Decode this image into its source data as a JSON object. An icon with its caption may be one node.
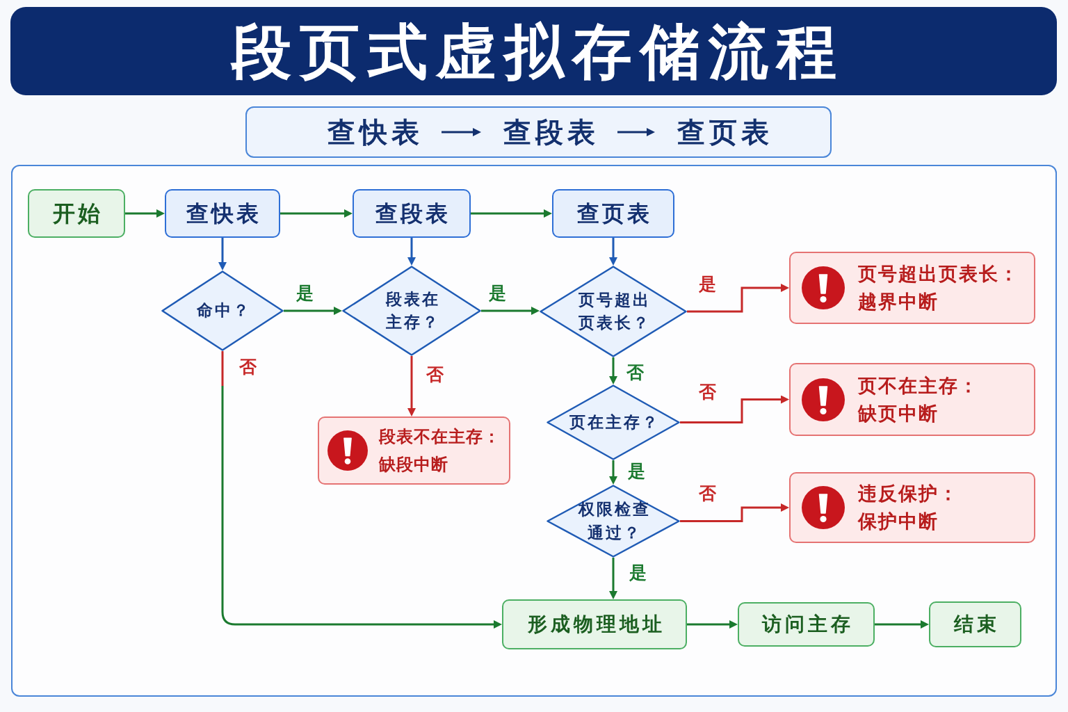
{
  "diagram": {
    "title": "段页式虚拟存储流程",
    "nodes": [
      {
        "text": [],
        "shape": "box"
      },
      {
        "text": [
          "查快表"
        ],
        "in": 0
      },
      {
        "text": [
          "查段表"
        ],
        "in": 0
      },
      {
        "text": [
          "查页表"
        ],
        "in": 0
      },
      {
        "text": [
          "开始"
        ]
      },
      {
        "text": [
          "查快表"
        ]
      },
      {
        "text": [
          "查段表"
        ]
      },
      {
        "text": [
          "查页表"
        ]
      },
      {
        "text": [
          "命中？"
        ]
      },
      {
        "text": [
          "段表在主存？"
        ]
      },
      {
        "text": [
          "页号超出页表长？"
        ]
      },
      {
        "text": [
          "页号超出页表长：",
          "越界中断"
        ]
      },
      {
        "text": [
          "页在主存？"
        ]
      },
      {
        "text": [
          "页不在主存：",
          "缺页中断"
        ]
      },
      {
        "text": [
          "段表不在主存：",
          "缺段中断"
        ]
      },
      {
        "text": [
          "权限检查通过？"
        ]
      },
      {
        "text": [
          "违反保护：",
          "保护中断"
        ]
      },
      {
        "text": [
          "形成物理地址"
        ]
      },
      {
        "text": [
          "访问主存"
        ]
      },
      {
        "text": [
          "结束"
        ]
      }
    ],
    "edges": [
      {
        "from": 1,
        "to": 2,
        "arrow": "to",
        "color": "#13306e"
      },
      {
        "from": 2,
        "to": 3,
        "arrow": "to",
        "color": "#13306e"
      },
      {
        "from": 4,
        "to": 5,
        "arrow": "to"
      },
      {
        "from": 5,
        "to": 6,
        "arrow": "to"
      },
      {
        "from": 6,
        "to": 7,
        "arrow": "to"
      },
      {
        "from": 5,
        "to": 8,
        "arrow": "to",
        "color": "#1f5bb5"
      },
      {
        "from": 6,
        "to": 9,
        "arrow": "to",
        "color": "#1f5bb5"
      },
      {
        "from": 7,
        "to": 10,
        "arrow": "to",
        "color": "#1f5bb5"
      },
      {
        "from": 8,
        "to": 9,
        "arrow": "to",
        "label": "是"
      },
      {
        "from": 9,
        "to": 10,
        "arrow": "to",
        "label": "是"
      },
      {
        "from": 10,
        "to": 11,
        "arrow": "to",
        "label": "是",
        "color": "#c62828"
      },
      {
        "from": 8,
        "to": 17,
        "arrow": "to",
        "label": "否"
      },
      {
        "from": 10,
        "to": 12,
        "arrow": "to",
        "label": "否"
      },
      {
        "from": 9,
        "to": 14,
        "arrow": "to",
        "label": "否",
        "color": "#c62828"
      },
      {
        "from": 12,
        "to": 13,
        "arrow": "to",
        "label": "否",
        "color": "#c62828"
      },
      {
        "from": 12,
        "to": 15,
        "arrow": "to",
        "label": "是"
      },
      {
        "from": 15,
        "to": 16,
        "arrow": "to",
        "label": "否",
        "color": "#c62828"
      },
      {
        "from": 15,
        "to": 17,
        "arrow": "to",
        "label": "是"
      },
      {
        "from": 17,
        "to": 18,
        "arrow": "to"
      },
      {
        "from": 18,
        "to": 19,
        "arrow": "to"
      }
    ]
  }
}
